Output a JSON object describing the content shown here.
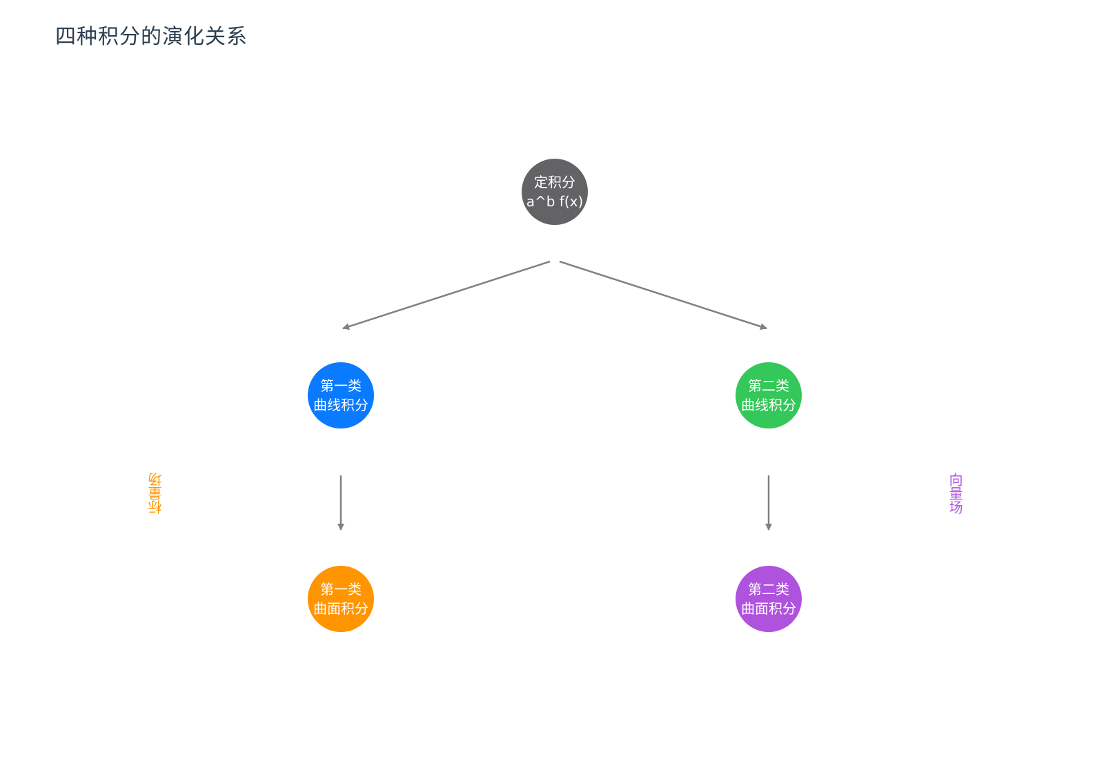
{
  "title": "四种积分的演化关系",
  "colors": {
    "title": "#2c3e50",
    "arrow": "#808080",
    "root": "#636366",
    "line_first": "#0a7aff",
    "line_second": "#34c759",
    "surface_first": "#ff9500",
    "surface_second": "#af52de"
  },
  "nodes": {
    "root": {
      "line1": "定积分",
      "line2": "a^b f(x)"
    },
    "line_first": {
      "line1": "第一类",
      "line2": "曲线积分"
    },
    "line_second": {
      "line1": "第二类",
      "line2": "曲线积分"
    },
    "surface_first": {
      "line1": "第一类",
      "line2": "曲面积分"
    },
    "surface_second": {
      "line1": "第二类",
      "line2": "曲面积分"
    }
  },
  "side_labels": {
    "scalar": "标量场",
    "vector": "向量场"
  }
}
